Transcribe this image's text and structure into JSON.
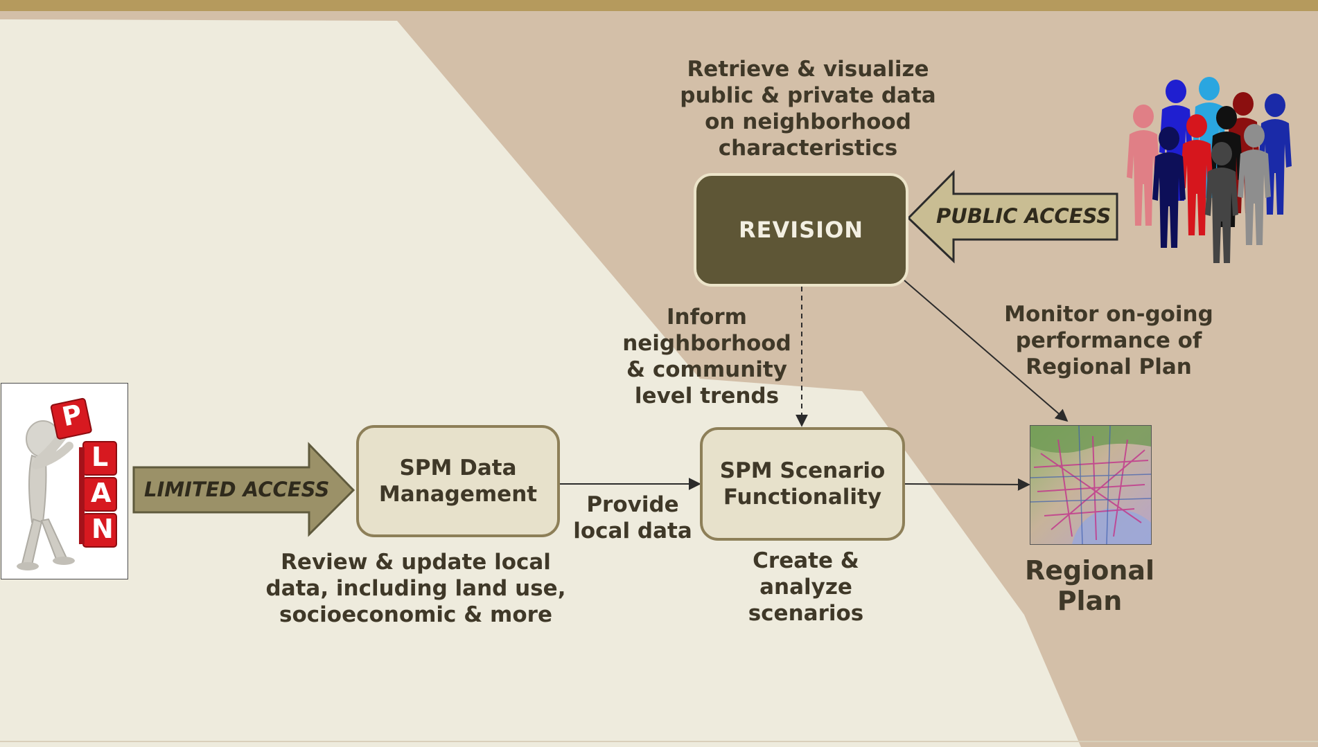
{
  "colors": {
    "background_tan": "#d3bfa8",
    "background_cream": "#eeebdd",
    "top_band": "#b59a5d",
    "box_light_fill": "#e7e1cb",
    "box_border": "#8d7f58",
    "box_dark_fill": "#5e5636",
    "arrow_fill": "#9b9168",
    "public_arrow_fill": "#c9bd93",
    "text": "#3f3828"
  },
  "icons": {
    "plan": "person-stacking-plan-cubes-icon",
    "crowd": "crowd-of-people-icon",
    "map": "regional-map-icon"
  },
  "plan_letters": [
    "P",
    "L",
    "A",
    "N"
  ],
  "arrows": {
    "limited_access": "LIMITED ACCESS",
    "public_access": "PUBLIC ACCESS"
  },
  "boxes": {
    "data_management": "SPM Data\nManagement",
    "scenario": "SPM Scenario\nFunctionality",
    "revision": "REVISION"
  },
  "labels": {
    "retrieve": "Retrieve & visualize\npublic & private data\non neighborhood\ncharacteristics",
    "inform": "Inform\nneighborhood\n& community\nlevel trends",
    "monitor": "Monitor on-going\nperformance of\nRegional Plan",
    "provide": "Provide\nlocal data",
    "review": "Review & update local\ndata, including land use,\nsocioeconomic & more",
    "create": "Create &\nanalyze\nscenarios",
    "regional_plan": "Regional\nPlan"
  }
}
